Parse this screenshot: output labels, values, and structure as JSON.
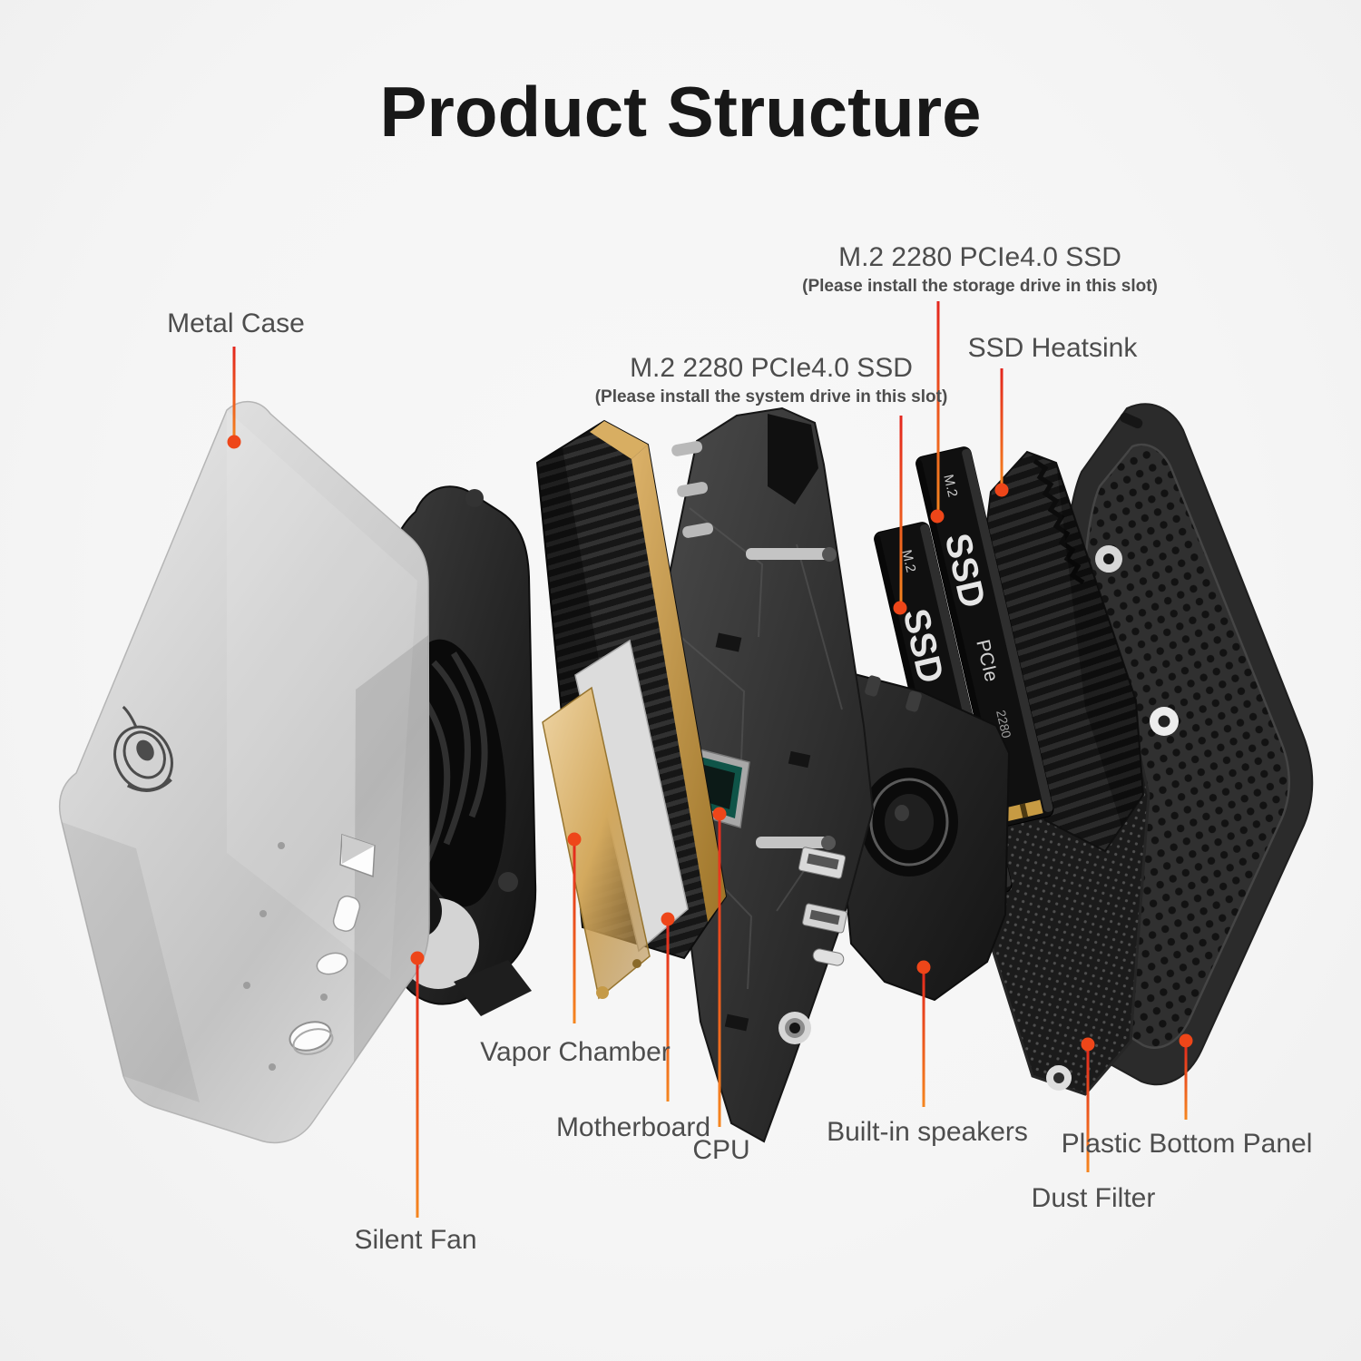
{
  "title": "Product Structure",
  "labels": {
    "metal_case": "Metal Case",
    "silent_fan": "Silent Fan",
    "vapor_chamber": "Vapor Chamber",
    "motherboard": "Motherboard",
    "cpu": "CPU",
    "speakers": "Built-in speakers",
    "dust_filter": "Dust Filter",
    "bottom_panel": "Plastic Bottom Panel",
    "ssd_heatsink": "SSD Heatsink",
    "ssd_storage": {
      "title": "M.2 2280 PCIe4.0 SSD",
      "subtitle": "(Please install the storage drive in this slot)"
    },
    "ssd_system": {
      "title": "M.2 2280 PCIe4.0 SSD",
      "subtitle": "(Please install the system drive in this slot)"
    }
  },
  "ssd_stick": {
    "interface": "M.2",
    "name": "SSD",
    "bus": "PCIe",
    "form_factor": "2280"
  },
  "colors": {
    "background": "#f6f6f6",
    "title_text": "#181818",
    "label_text": "#4d4d4d",
    "leader_red": "#e3261d",
    "leader_orange": "#f5861f",
    "leader_dot": "#ee4619",
    "case_silver": "#cfcfcf",
    "gold": "#c9a055",
    "cpu_teal": "#0f5448"
  }
}
